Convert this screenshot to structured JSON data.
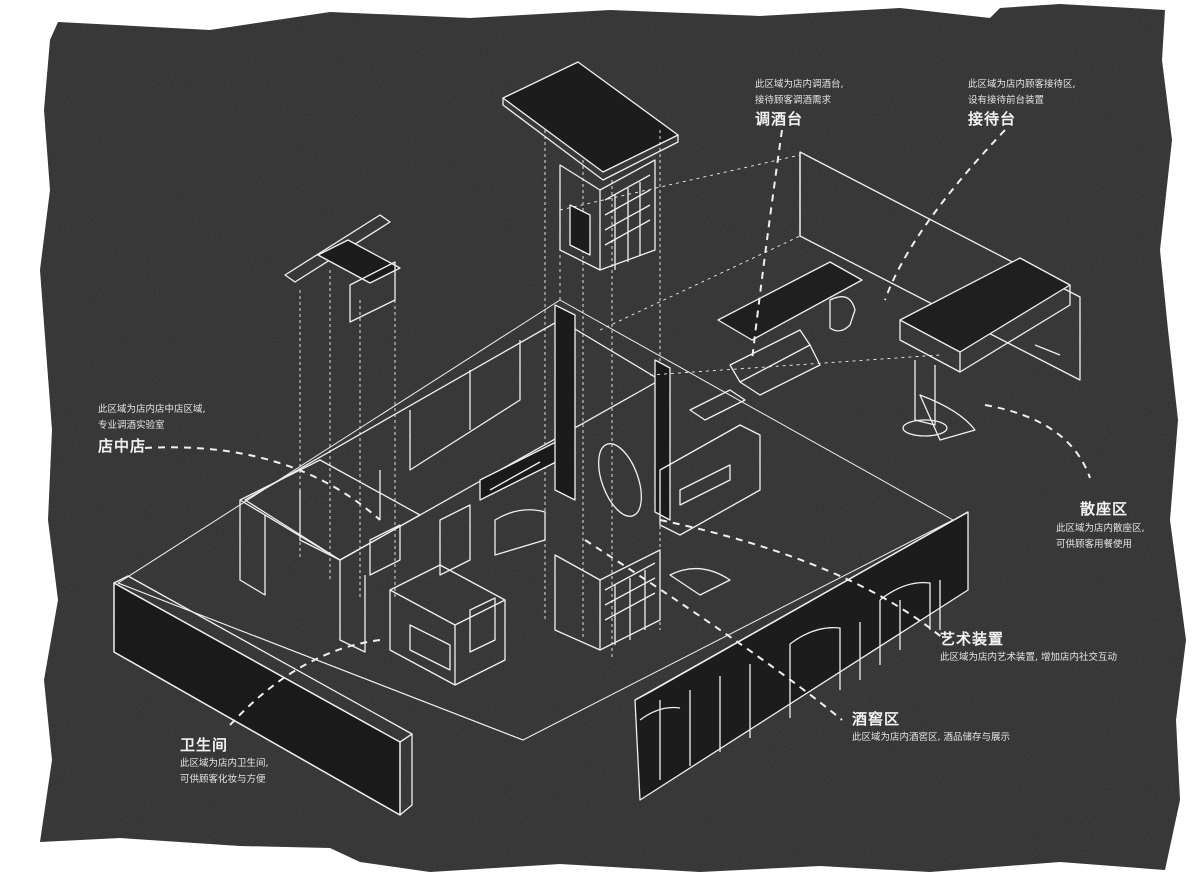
{
  "colors": {
    "background": "#2a2a2a",
    "paper_edge": "#ffffff",
    "linework": "#f0f0f0"
  },
  "labels": {
    "bar_counter": {
      "title": "调酒台",
      "lines": [
        "此区域为店内调酒台,",
        "接待顾客调酒需求"
      ]
    },
    "reception": {
      "title": "接待台",
      "lines": [
        "此区域为店内顾客接待区,",
        "设有接待前台装置"
      ]
    },
    "store_in_store": {
      "title": "店中店",
      "lines": [
        "此区域为店内店中店区域,",
        "专业调酒实验室"
      ]
    },
    "lounge": {
      "title": "散座区",
      "lines": [
        "此区域为店内散座区,",
        "可供顾客用餐使用"
      ]
    },
    "art_installation": {
      "title": "艺术装置",
      "lines": [
        "此区域为店内艺术装置, 增加店内社交互动"
      ]
    },
    "wine_cellar": {
      "title": "酒窖区",
      "lines": [
        "此区域为店内酒窖区, 酒品储存与展示"
      ]
    },
    "restroom": {
      "title": "卫生间",
      "lines": [
        "此区域为店内卫生间,",
        "可供顾客化妆与方便"
      ]
    }
  }
}
